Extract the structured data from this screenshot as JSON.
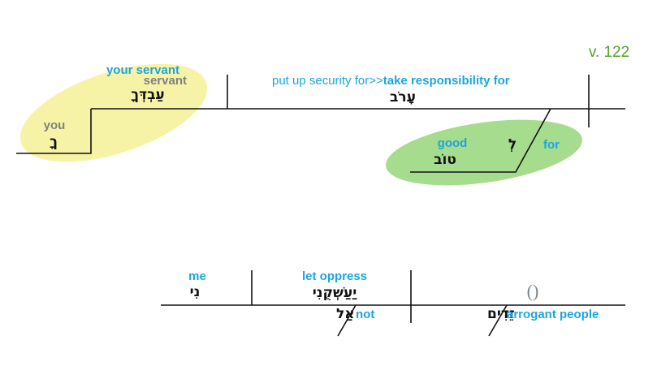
{
  "verse": "v. 122",
  "colors": {
    "english_gloss": "#1ea5dc",
    "literal_gloss": "#808080",
    "verse": "#5aa02c",
    "highlight_yellow": "#f7f3a6",
    "highlight_green": "#a6dc8e"
  },
  "clause1": {
    "object_noun": {
      "gloss": "your servant",
      "literal": "servant",
      "hebrew": "עַבְדְּךָ"
    },
    "possessor": {
      "gloss": "you",
      "hebrew": "ךָ"
    },
    "verb": {
      "gloss_prefix": "put up security for>>",
      "gloss_bold": "take responsibility for",
      "hebrew": "עָרֹב"
    },
    "modifier": {
      "preposition_gloss": "for",
      "preposition_hebrew": "לְ",
      "object_gloss": "good",
      "object_hebrew": "טוֹב"
    }
  },
  "clause2": {
    "object": {
      "gloss": "me",
      "hebrew": "נִי"
    },
    "verb": {
      "gloss": "let oppress",
      "hebrew": "יַעַשְׁקֻנִי"
    },
    "negation": {
      "hebrew": "אַל",
      "gloss": "not"
    },
    "subject": {
      "placeholder": "()",
      "hebrew": "זֵדִים",
      "gloss": "arrogant people"
    }
  }
}
